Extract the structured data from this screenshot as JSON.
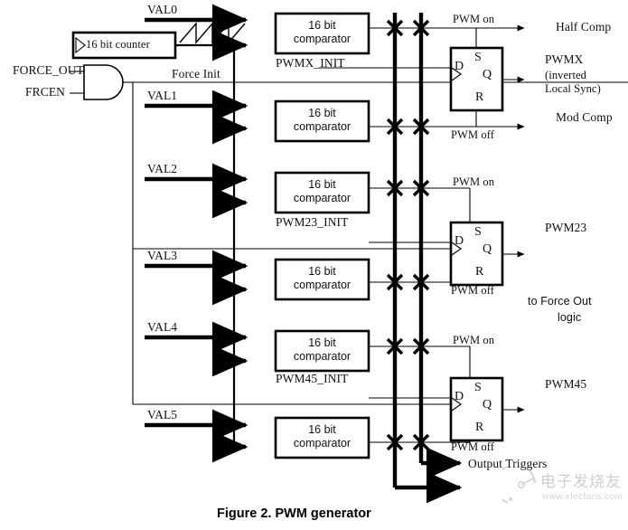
{
  "figure": {
    "caption": "Figure 2. PWM generator",
    "title": "PWM generator"
  },
  "inputs": {
    "force_out": "FORCE_OUT",
    "frcen": "FRCEN",
    "force_init": "Force Init",
    "val_labels": [
      "VAL0",
      "VAL1",
      "VAL2",
      "VAL3",
      "VAL4",
      "VAL5"
    ]
  },
  "blocks": {
    "counter": {
      "label": "16 bit counter",
      "clock_marker": "clock-triangle"
    },
    "comparator_label": "16 bit\ncomparator",
    "comparators": [
      {
        "id": "cmp0",
        "label": "16 bit\ncomparator",
        "val": "VAL0"
      },
      {
        "id": "cmp1",
        "label": "16 bit\ncomparator",
        "val": "VAL1"
      },
      {
        "id": "cmp2",
        "label": "16 bit\ncomparator",
        "val": "VAL2"
      },
      {
        "id": "cmp3",
        "label": "16 bit\ncomparator",
        "val": "VAL3"
      },
      {
        "id": "cmp4",
        "label": "16 bit\ncomparator",
        "val": "VAL4"
      },
      {
        "id": "cmp5",
        "label": "16 bit\ncomparator",
        "val": "VAL5"
      }
    ],
    "flipflops": [
      {
        "id": "ffx",
        "init": "PWMX_INIT",
        "pin_d": "D",
        "pin_s": "S",
        "pin_q": "Q",
        "pin_r": "R"
      },
      {
        "id": "ff23",
        "init": "PWM23_INIT",
        "pin_d": "D",
        "pin_s": "S",
        "pin_q": "Q",
        "pin_r": "R"
      },
      {
        "id": "ff45",
        "init": "PWM45_INIT",
        "pin_d": "D",
        "pin_s": "S",
        "pin_q": "Q",
        "pin_r": "R"
      }
    ]
  },
  "signals": {
    "pwm_on": "PWM on",
    "pwm_off": "PWM off"
  },
  "outputs": {
    "half_comp": "Half Comp",
    "pwmx": "PWMX",
    "pwmx_note_line1": "(inverted",
    "pwmx_note_line2": "Local Sync)",
    "mod_comp": "Mod Comp",
    "pwm23": "PWM23",
    "pwm45": "PWM45",
    "output_triggers": "Output Triggers",
    "to_force_out_line1": "to Force Out",
    "to_force_out_line2": "logic"
  },
  "watermark": {
    "text_cn": "电子发烧友",
    "url": "www.elecfans.com"
  },
  "colors": {
    "line": "#000000",
    "background": "#ffffff",
    "text": "#111111",
    "watermark": "#9a9a9a"
  }
}
